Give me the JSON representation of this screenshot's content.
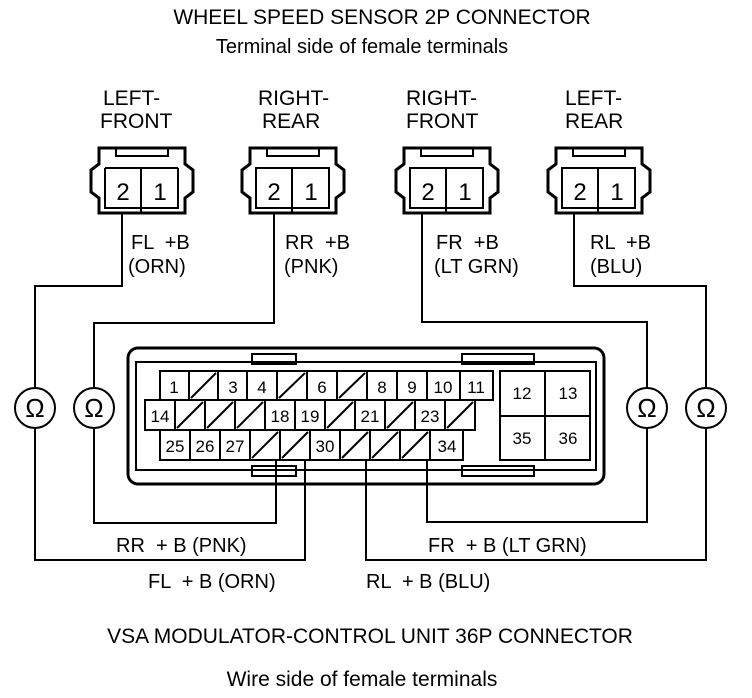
{
  "title": "WHEEL SPEED SENSOR 2P CONNECTOR",
  "subtitle": "Terminal side of female terminals",
  "sensors": [
    {
      "name_line1": "LEFT-",
      "name_line2": "FRONT",
      "pin_left": "2",
      "pin_right": "1",
      "wire_label": "FL  +B",
      "wire_color": "(ORN)"
    },
    {
      "name_line1": "RIGHT-",
      "name_line2": "REAR",
      "pin_left": "2",
      "pin_right": "1",
      "wire_label": "RR  +B",
      "wire_color": "(PNK)"
    },
    {
      "name_line1": "RIGHT-",
      "name_line2": "FRONT",
      "pin_left": "2",
      "pin_right": "1",
      "wire_label": "FR  +B",
      "wire_color": "(LT GRN)"
    },
    {
      "name_line1": "LEFT-",
      "name_line2": "REAR",
      "pin_left": "2",
      "pin_right": "1",
      "wire_label": "RL  +B",
      "wire_color": "(BLU)"
    }
  ],
  "ohm_symbol": "Ω",
  "connector_pins": {
    "row1": [
      "1",
      "3",
      "4",
      "6",
      "8",
      "9",
      "10",
      "11"
    ],
    "row2": [
      "14",
      "18",
      "19",
      "21",
      "23"
    ],
    "row3": [
      "25",
      "26",
      "27",
      "30",
      "34"
    ],
    "big": [
      "12",
      "13",
      "35",
      "36"
    ]
  },
  "bottom_labels": {
    "rr": "RR  + B (PNK)",
    "fr": "FR  + B (LT GRN)",
    "fl": "FL  + B (ORN)",
    "rl": "RL  + B (BLU)"
  },
  "footer_title": "VSA MODULATOR-CONTROL UNIT 36P CONNECTOR",
  "footer_subtitle": "Wire side of female terminals"
}
